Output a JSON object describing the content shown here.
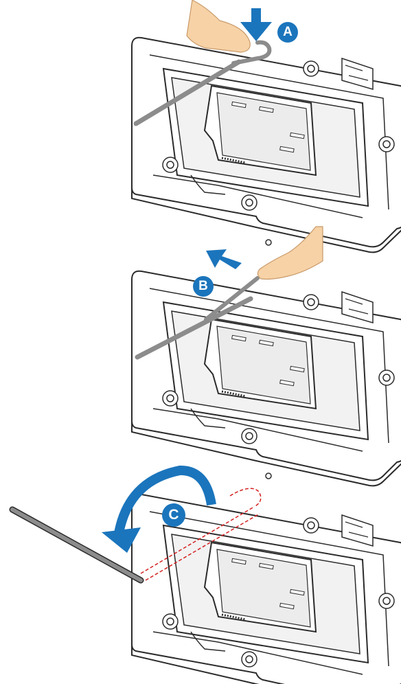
{
  "steps": [
    {
      "id": "a",
      "label": "A",
      "action": "press-down"
    },
    {
      "id": "b",
      "label": "B",
      "action": "slide-out"
    },
    {
      "id": "c",
      "label": "C",
      "action": "rotate-open"
    }
  ],
  "colors": {
    "accent": "#1b75bc",
    "outline": "#2b2b2b",
    "socket_fill": "#ffffff",
    "metal": "#dcdcdc",
    "lever": "#8c8c8c",
    "dashed_guide": "#d32020",
    "skin": "#f6d2a6"
  },
  "icons": [
    "down-arrow-icon",
    "left-arrow-icon",
    "curved-arrow-icon",
    "finger-icon"
  ]
}
